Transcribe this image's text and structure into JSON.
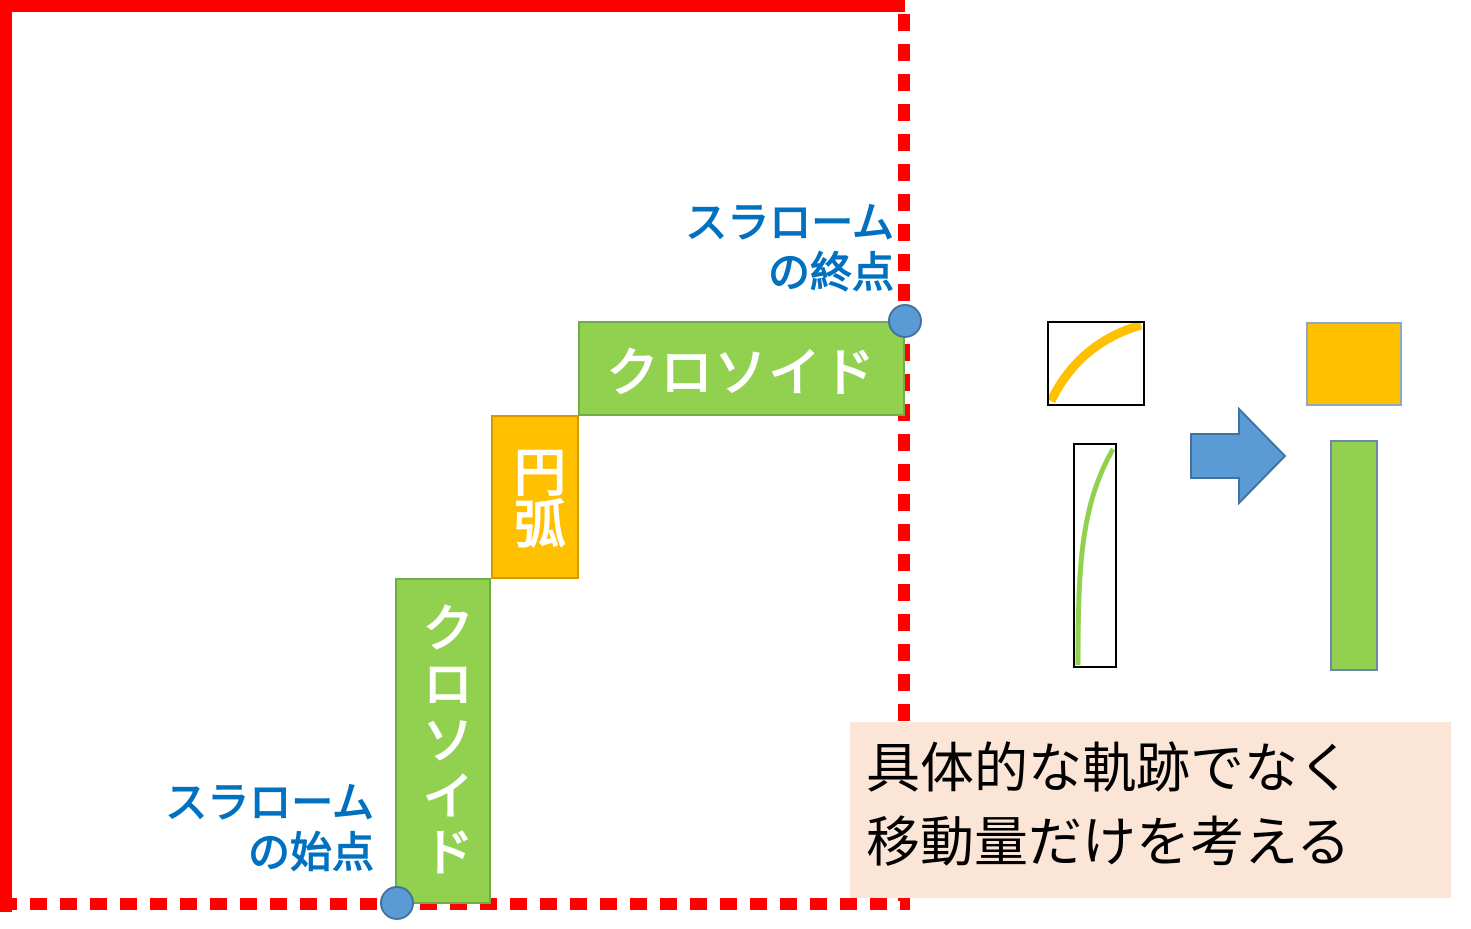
{
  "diagram": {
    "path_segments": {
      "clothoid_vertical": "クロソイド",
      "arc": "円弧",
      "clothoid_horizontal": "クロソイド"
    },
    "labels": {
      "end_point": [
        "スラローム",
        "の終点"
      ],
      "start_point": [
        "スラローム",
        "の始点"
      ]
    },
    "note": [
      "具体的な軌跡でなく",
      "移動量だけを考える"
    ],
    "colors": {
      "wall": "#ff0000",
      "clothoid": "#92d050",
      "arc": "#ffc000",
      "point": "#5b9bd5",
      "label": "#0070c0",
      "note_bg": "#fbe5d6"
    }
  }
}
